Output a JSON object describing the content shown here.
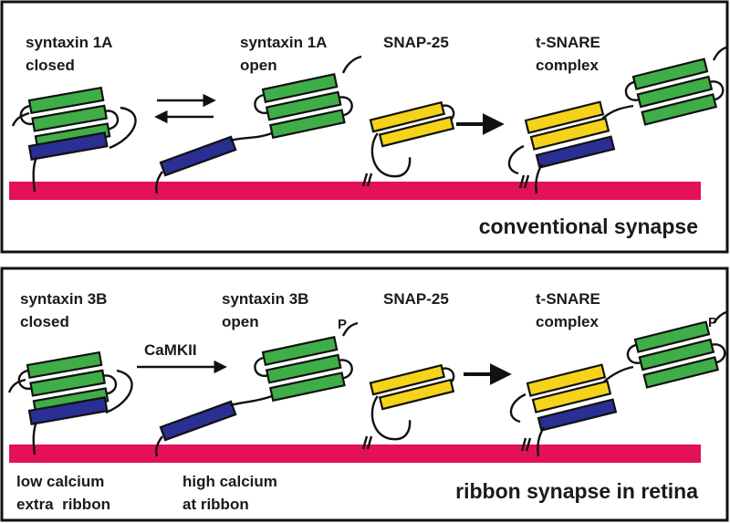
{
  "colors": {
    "membrane": "#e3105a",
    "syntaxin_helix": "#3fae49",
    "snap_helix": "#f5d31a",
    "transmembrane": "#2a2f93",
    "outline": "#111111"
  },
  "panel_top": {
    "labels": {
      "syntaxin_closed_line1": "syntaxin 1A",
      "syntaxin_closed_line2": "closed",
      "syntaxin_open_line1": "syntaxin 1A",
      "syntaxin_open_line2": "open",
      "snap": "SNAP-25",
      "tsnare_line1": "t-SNARE",
      "tsnare_line2": "complex"
    },
    "caption": "conventional synapse"
  },
  "panel_bottom": {
    "labels": {
      "syntaxin_closed_line1": "syntaxin 3B",
      "syntaxin_closed_line2": "closed",
      "syntaxin_open_line1": "syntaxin 3B",
      "syntaxin_open_line2": "open",
      "snap": "SNAP-25",
      "tsnare_line1": "t-SNARE",
      "tsnare_line2": "complex",
      "phospho_open": "P",
      "phospho_tsnare": "P",
      "kinase": "CaMKII",
      "low_line1": "low calcium",
      "low_line2": "extra  ribbon",
      "high_line1": "high calcium",
      "high_line2": "at ribbon"
    },
    "caption": "ribbon synapse in retina"
  }
}
